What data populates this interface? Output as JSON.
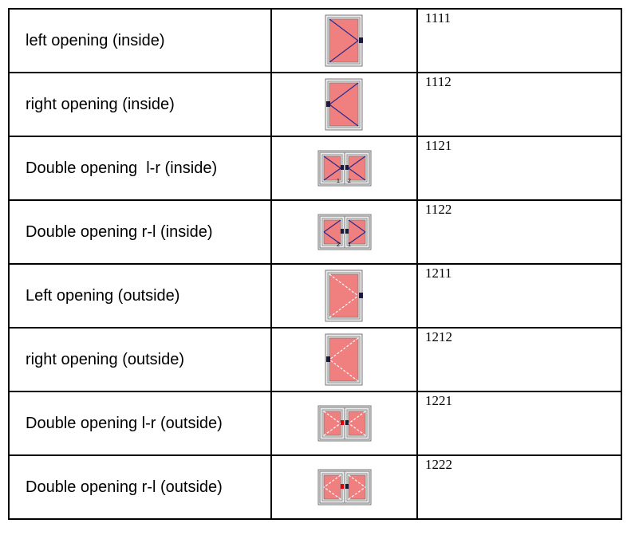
{
  "rows": [
    {
      "label": "left opening (inside)",
      "code": "1111",
      "icon": "single-window-left-inside-icon",
      "kind": "single",
      "hinge": "left",
      "side": "inside"
    },
    {
      "label": "right opening (inside)",
      "code": "1112",
      "icon": "single-window-right-inside-icon",
      "kind": "single",
      "hinge": "right",
      "side": "inside"
    },
    {
      "label": "Double opening  l-r (inside)",
      "code": "1121",
      "icon": "double-window-lr-inside-icon",
      "kind": "double",
      "order": "lr",
      "side": "inside",
      "numbers": [
        "1",
        "2"
      ]
    },
    {
      "label": "Double opening r-l (inside)",
      "code": "1122",
      "icon": "double-window-rl-inside-icon",
      "kind": "double",
      "order": "rl",
      "side": "inside",
      "numbers": [
        "2",
        "1"
      ]
    },
    {
      "label": "Left opening (outside)",
      "code": "1211",
      "icon": "single-window-left-outside-icon",
      "kind": "single",
      "hinge": "left",
      "side": "outside"
    },
    {
      "label": "right opening (outside)",
      "code": "1212",
      "icon": "single-window-right-outside-icon",
      "kind": "single",
      "hinge": "right",
      "side": "outside"
    },
    {
      "label": "Double opening l-r (outside)",
      "code": "1221",
      "icon": "double-window-lr-outside-icon",
      "kind": "double",
      "order": "lr",
      "side": "outside"
    },
    {
      "label": "Double opening r-l (outside)",
      "code": "1222",
      "icon": "double-window-rl-outside-icon",
      "kind": "double",
      "order": "rl",
      "side": "outside"
    }
  ],
  "colors": {
    "glass": "#f08080",
    "frame": "#ececec",
    "frame_line": "#7a7a7a",
    "inside_line": "#2a2a8a",
    "outside_line": "#ffffff",
    "handle": "#1a1a3a",
    "red_handle": "#e00000"
  }
}
